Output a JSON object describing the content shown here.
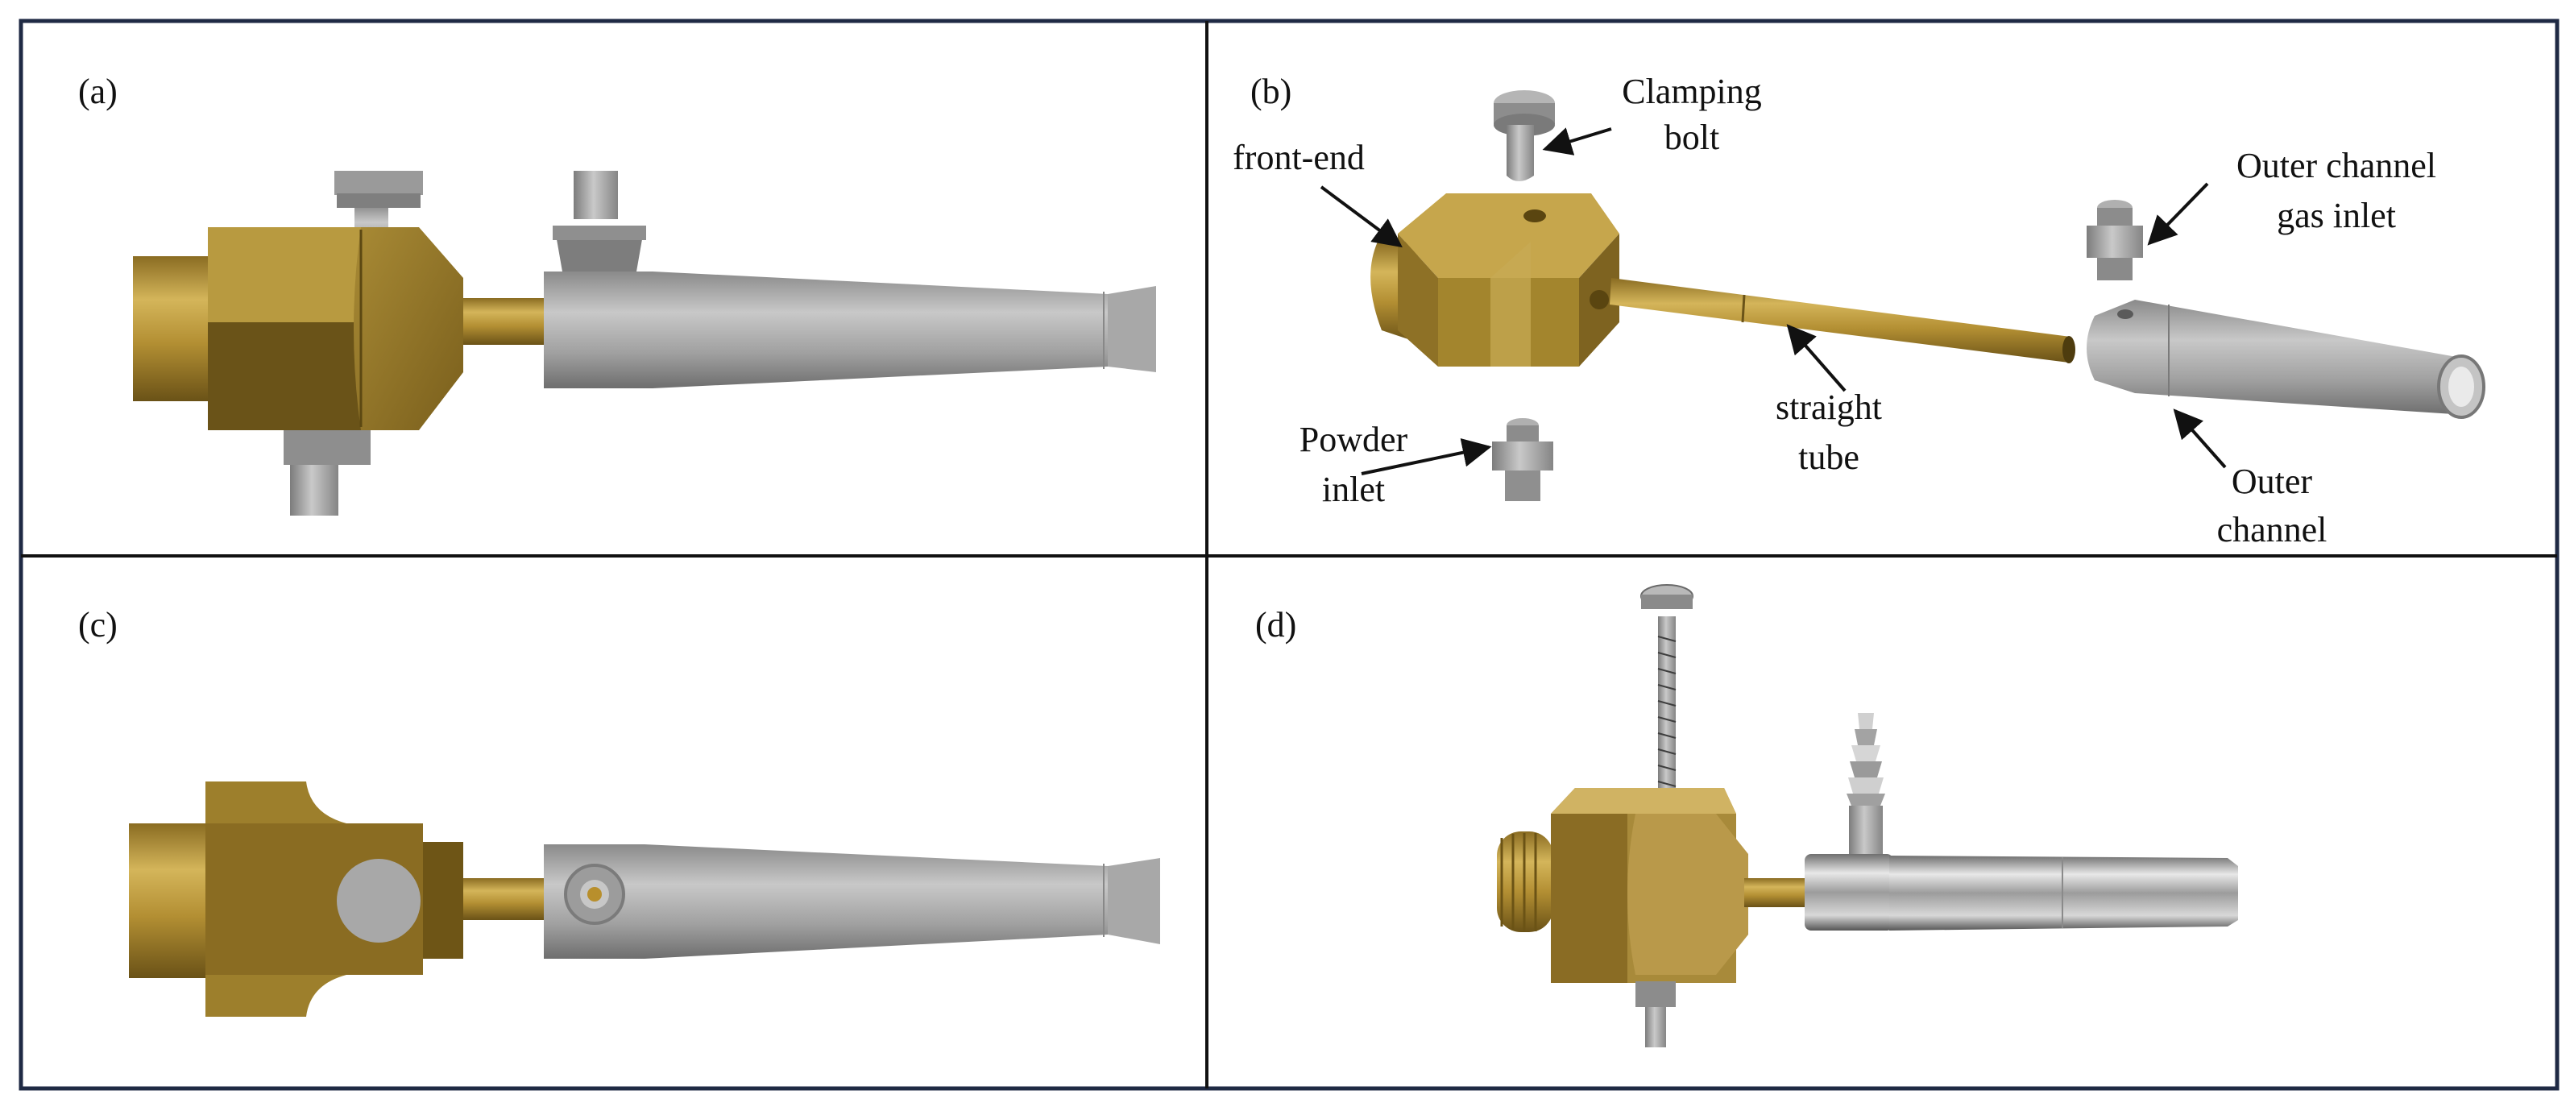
{
  "panels": {
    "a": {
      "label": "(a)"
    },
    "b": {
      "label": "(b)"
    },
    "c": {
      "label": "(c)"
    },
    "d": {
      "label": "(d)"
    }
  },
  "callouts": {
    "clamping_bolt": {
      "line1": "Clamping",
      "line2": "bolt"
    },
    "front_end": {
      "line1": "front-end"
    },
    "outer_gas_inlet": {
      "line1": "Outer channel",
      "line2": "gas inlet"
    },
    "powder_inlet": {
      "line1": "Powder",
      "line2": "inlet"
    },
    "straight_tube": {
      "line1": "straight",
      "line2": "tube"
    },
    "outer_channel": {
      "line1": "Outer",
      "line2": "channel"
    }
  },
  "colors": {
    "brass_light": "#c9a94c",
    "brass_mid": "#a8872c",
    "brass_dark": "#6f5618",
    "steel_light": "#c2c2c2",
    "steel_mid": "#9a9a9a",
    "steel_dark": "#6b6b6b",
    "border": "#1f2a44"
  }
}
